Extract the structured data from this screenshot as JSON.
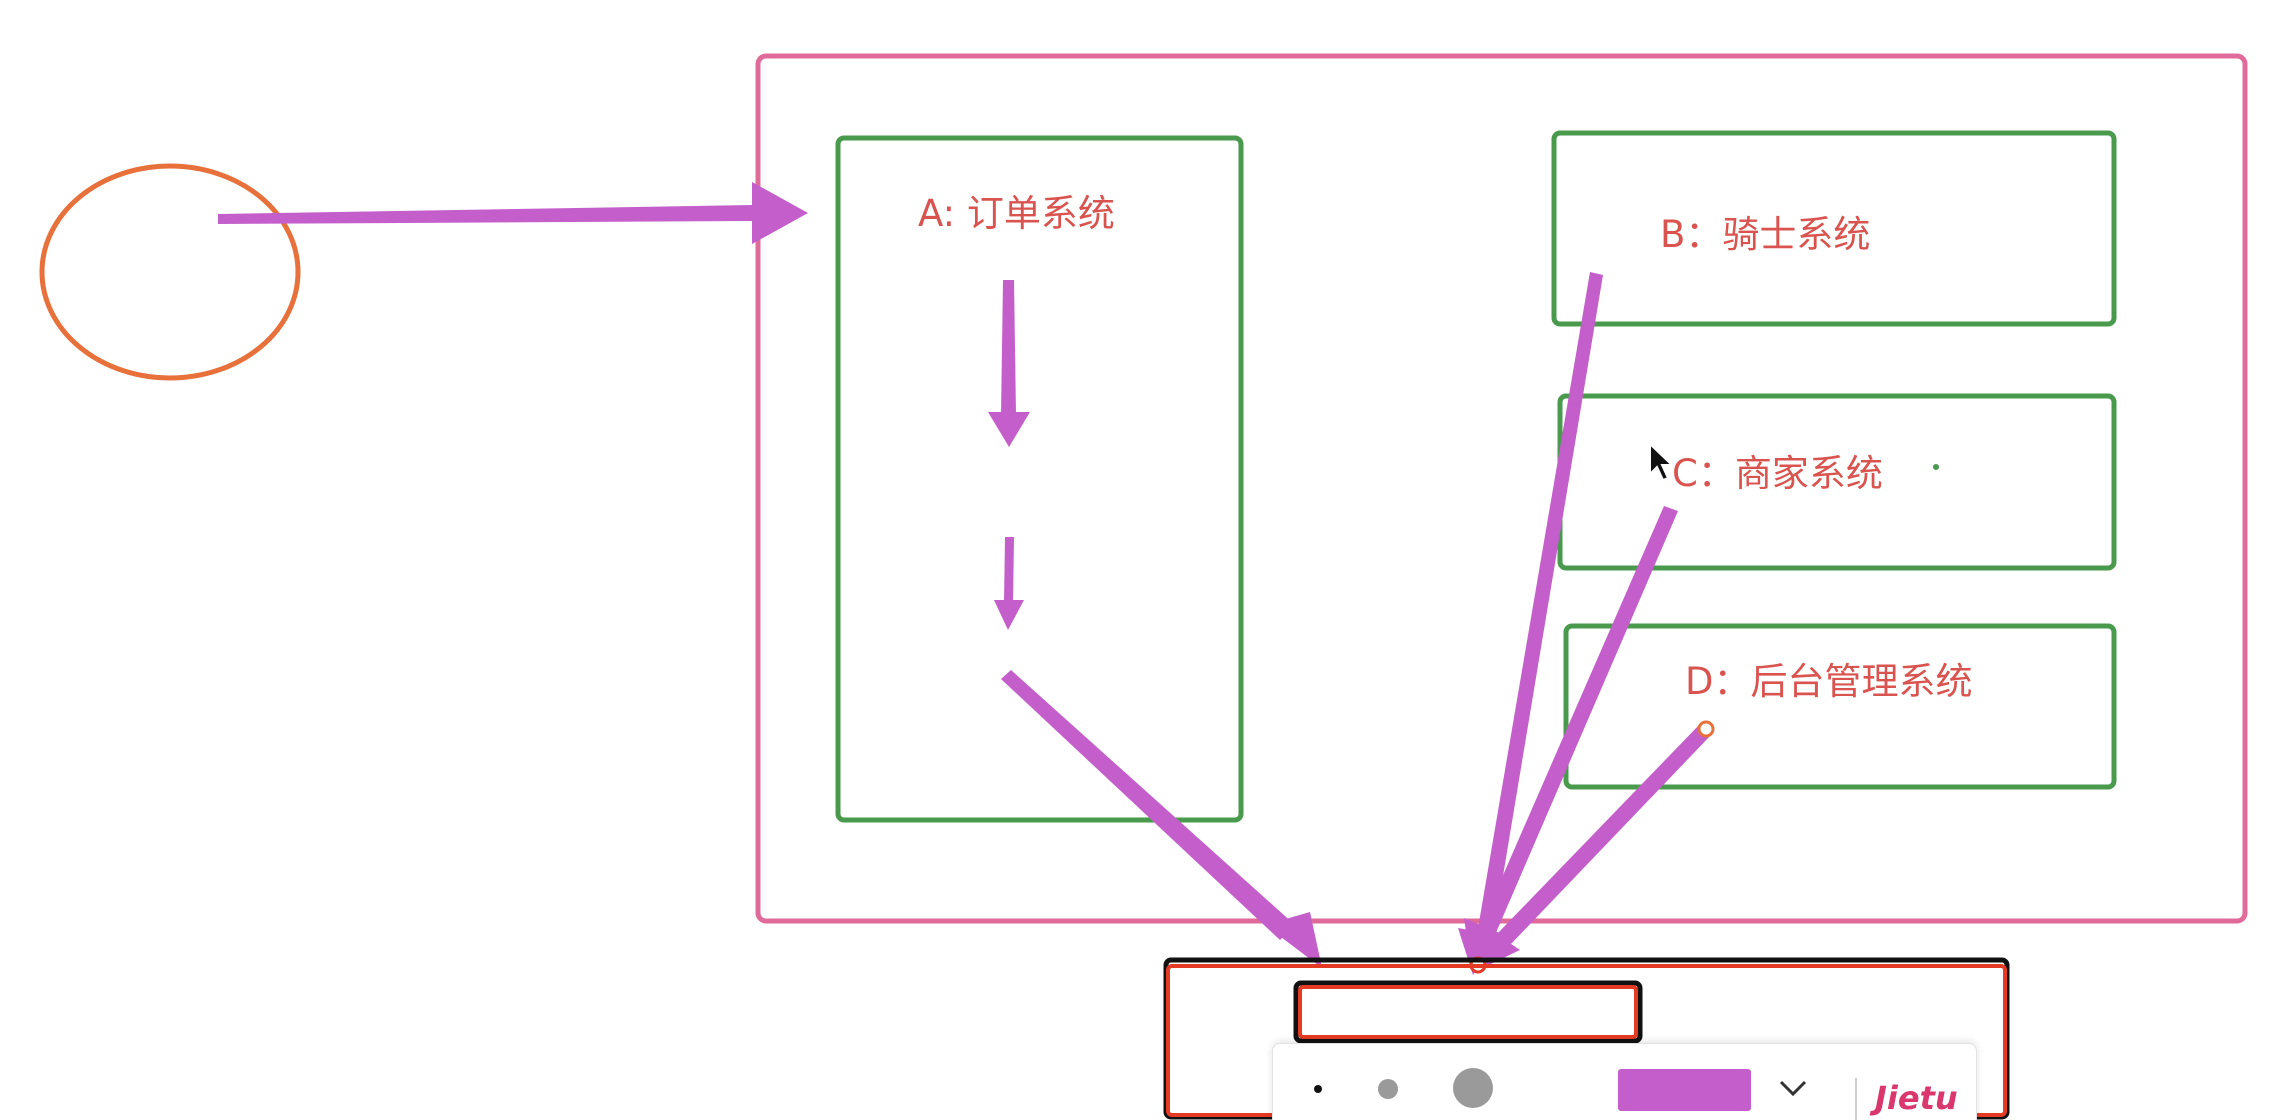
{
  "boxes": {
    "a_label": "A: 订单系统",
    "b_label": "B：骑士系统",
    "c_label": "C：商家系统",
    "d_label": "D：后台管理系统"
  },
  "toolbar": {
    "brand": "Jietu",
    "brush_sizes": [
      "small",
      "medium",
      "large"
    ],
    "selected_color": "#c45ecb",
    "dropdown_icon": "chevron-down-icon"
  },
  "colors": {
    "outer_frame": "#e06b9a",
    "subsystem_border": "#4a9a4e",
    "label_text": "#d9534f",
    "arrow": "#c45ecb",
    "ellipse": "#e8703a",
    "selection": "#e53a24",
    "brand": "#d9376e"
  },
  "icons": {
    "cursor": "mouse-pointer-icon"
  }
}
